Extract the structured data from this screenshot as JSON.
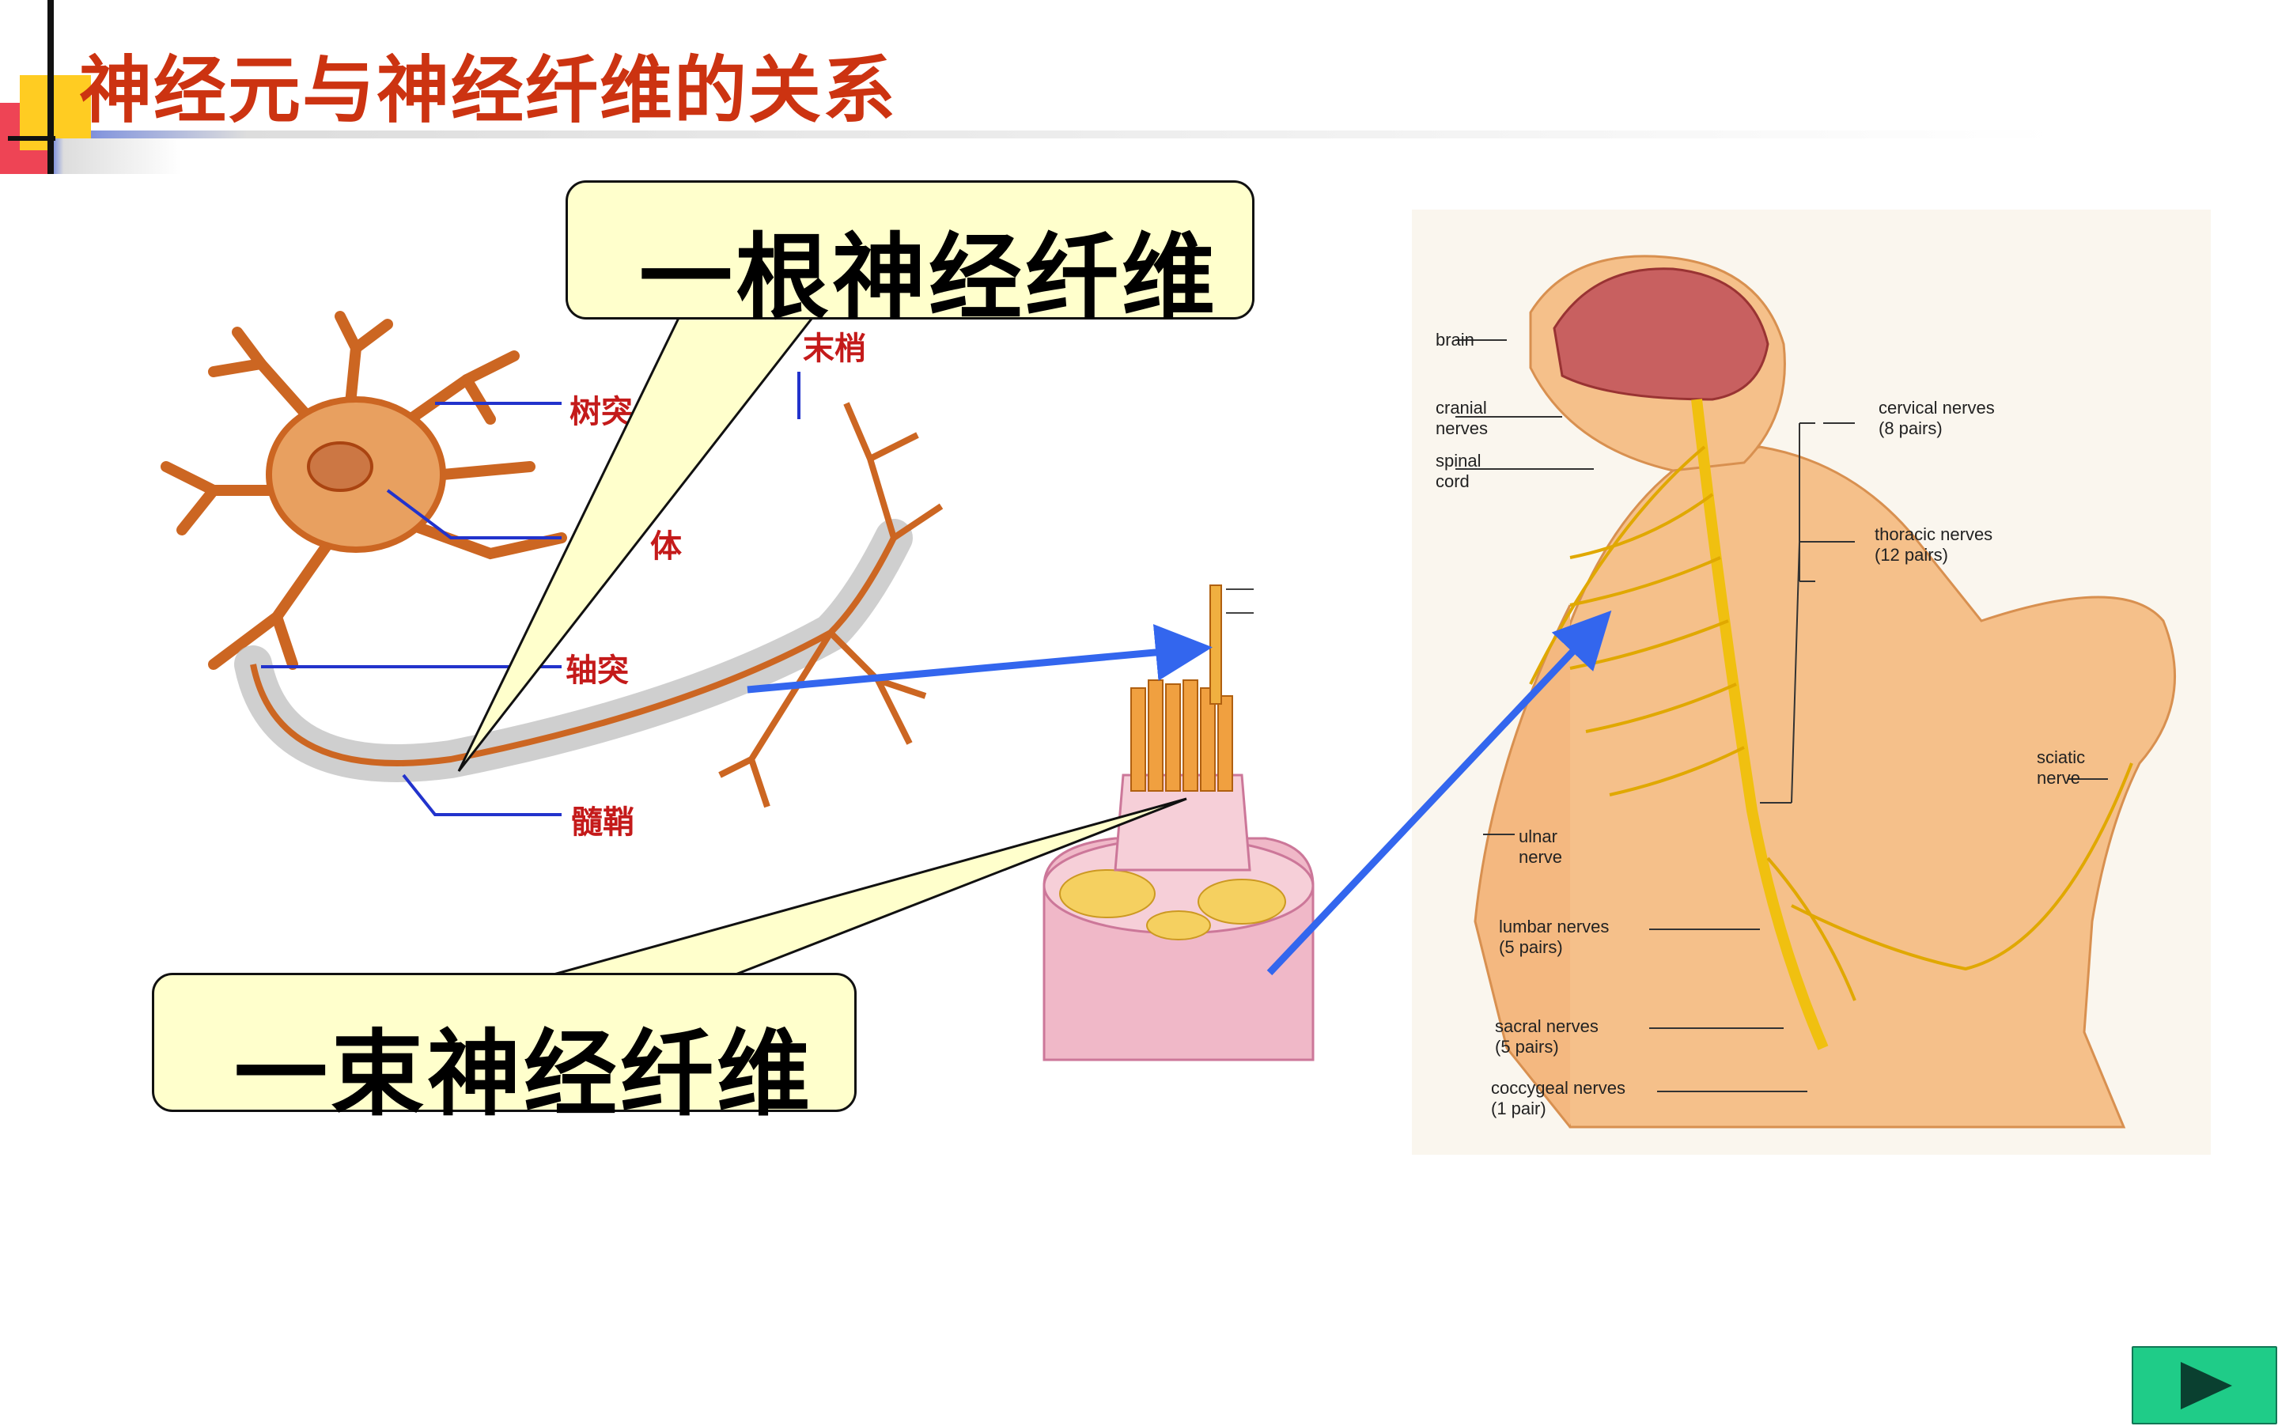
{
  "slide": {
    "title": "神经元与神经纤维的关系"
  },
  "callouts": {
    "single_fiber": "一根神经纤维",
    "fiber_bundle": "一束神经纤维"
  },
  "neuron_labels": {
    "dendrite": "树突",
    "cell_body": "体",
    "axon": "轴突",
    "myelin": "髓鞘",
    "end_partial": "末梢"
  },
  "body_labels": {
    "brain": "brain",
    "cranial": "cranial\nnerves",
    "spinal": "spinal\ncord",
    "cervical": "cervical nerves\n(8 pairs)",
    "thoracic": "thoracic nerves\n(12 pairs)",
    "ulnar": "ulnar\nnerve",
    "lumbar": "lumbar nerves\n(5 pairs)",
    "sacral": "sacral nerves\n(5 pairs)",
    "coccygeal": "coccygeal nerves\n(1 pair)",
    "sciatic": "sciatic\nnerve"
  },
  "colors": {
    "title": "#cc3311",
    "callout_fill": "#ffffcc",
    "arrow": "#3366ee",
    "next_button": "#1fcc88"
  },
  "nav": {
    "next_icon": "play-triangle-icon"
  }
}
